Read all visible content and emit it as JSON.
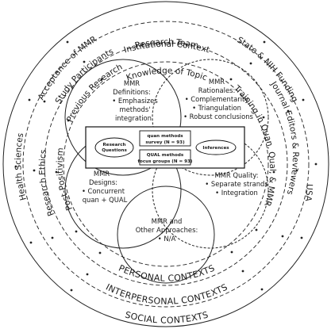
{
  "outer_ring": {
    "top": "Institutional Context",
    "left": "Acceptance of MMR",
    "right": "State & NIH Funding",
    "far_left": "Health Sciences",
    "far_right": "USA",
    "bottom": "SOCIAL CONTEXTS"
  },
  "middle_ring": {
    "top": "Research Team",
    "left": "Study Participants",
    "right": "Journal Editors & Reviewers",
    "far_left": "Research Ethics",
    "bottom": "INTERPERSONAL CONTEXTS"
  },
  "inner_ring": {
    "top": "Knowledge of Topic",
    "left": "Previous Research",
    "right": "Training in Quan, Qual, & MMR",
    "far_left": "Post-Positivism",
    "bottom": "PERSONAL CONTEXTS"
  },
  "circles": {
    "definitions": [
      "MMR",
      "Definitions:",
      "• Emphasizes",
      "methods'",
      "integration"
    ],
    "rationales": [
      "MMR",
      "Rationales:",
      "• Complementarity",
      "• Triangulation",
      "• Robust conclusions"
    ],
    "designs": [
      "MMR",
      "Designs:",
      "• Concurrent",
      "quan + QUAL"
    ],
    "quality": [
      "MMR Quality:",
      "• Separate strands",
      "• Integration"
    ],
    "other": [
      "MMR and",
      "Other Approaches:",
      "• N/A"
    ]
  },
  "center_box": {
    "research_questions": [
      "Research",
      "Questions"
    ],
    "quan": [
      "quan methods",
      "survey (N = 93)"
    ],
    "qual": [
      "QUAL methods",
      "focus groups (N = 93)"
    ],
    "inferences": "Inferences"
  }
}
